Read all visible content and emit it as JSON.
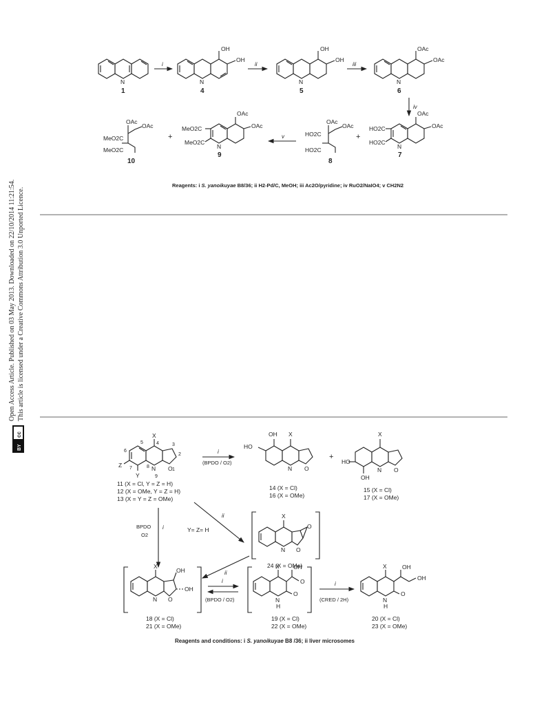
{
  "sidebar": {
    "line1": "Open Access Article. Published on 03 May 2013. Downloaded on 22/10/2014 11:21:54.",
    "line2": "This article is licensed under a Creative Commons Attribution 3.0 Unported Licence.",
    "badge_cc": "cc",
    "badge_by": "BY"
  },
  "scheme1": {
    "compounds": [
      "1",
      "4",
      "5",
      "6",
      "7",
      "8",
      "9",
      "10"
    ],
    "arrows": [
      "i",
      "ii",
      "iii",
      "iv",
      "v"
    ],
    "labels": {
      "oh": "OH",
      "oac": "OAc",
      "n": "N",
      "plus": "+",
      "meo2c": "MeO2C",
      "ho2c": "HO2C"
    },
    "reagents": {
      "prefix": "Reagents: i ",
      "organism": "S. yanoikuyae",
      "rest": " B8/36; ii H2-Pd/C, MeOH; iii Ac2O/pyridine; iv RuO2/NaIO4; v CH2N2"
    }
  },
  "scheme2": {
    "atoms": {
      "x": "X",
      "y": "Y",
      "z": "Z",
      "n": "N",
      "o": "O",
      "oh": "OH",
      "ho": "HO",
      "h": "H",
      "plus": "+"
    },
    "ring_numbers": [
      "1",
      "2",
      "3",
      "4",
      "5",
      "6",
      "7",
      "8",
      "9"
    ],
    "series": {
      "c11": "11 (X = Cl, Y = Z = H)",
      "c12": "12 (X = OMe, Y = Z = H)",
      "c13": "13 (X = Y = Z = OMe)",
      "c14": "14 (X = Cl)",
      "c16": "16 (X = OMe)",
      "c15": "15 (X = Cl)",
      "c17": "17 (X = OMe)",
      "c24": "24 (X = OMe)",
      "c18": "18 (X = Cl)",
      "c21": "21 (X = OMe)",
      "c19": "19 (X = Cl)",
      "c22": "22 (X = OMe)",
      "c20": "20 (X = Cl)",
      "c23": "23 (X = OMe)"
    },
    "arrow_labels": {
      "i": "i",
      "ii": "ii",
      "bpdo_o2": "(BPDO / O2)",
      "bpdo": "BPDO",
      "o2": "O2",
      "yz": "Y= Z= H",
      "cred": "(CRED / 2H)"
    },
    "reagents": {
      "prefix": "Reagents and conditions: i ",
      "organism": "S. yanoikuyae",
      "rest": " B8 /36; ii liver microsomes"
    }
  }
}
